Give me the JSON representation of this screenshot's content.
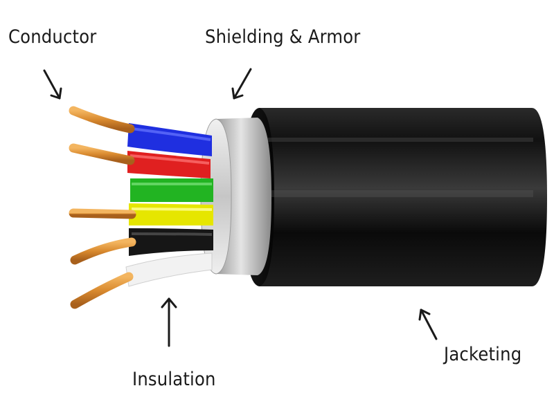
{
  "labels": {
    "conductor": "Conductor",
    "shielding": "Shielding & Armor",
    "insulation": "Insulation",
    "jacketing": "Jacketing"
  },
  "colors": {
    "copper": "#d98a2f",
    "blue": "#1f2fe0",
    "red": "#e02020",
    "green": "#22b422",
    "yellow": "#e6e600",
    "black": "#161616",
    "white": "#f2f2f2",
    "shield": "#c9c9c9",
    "jacket": "#0d0d0d"
  }
}
